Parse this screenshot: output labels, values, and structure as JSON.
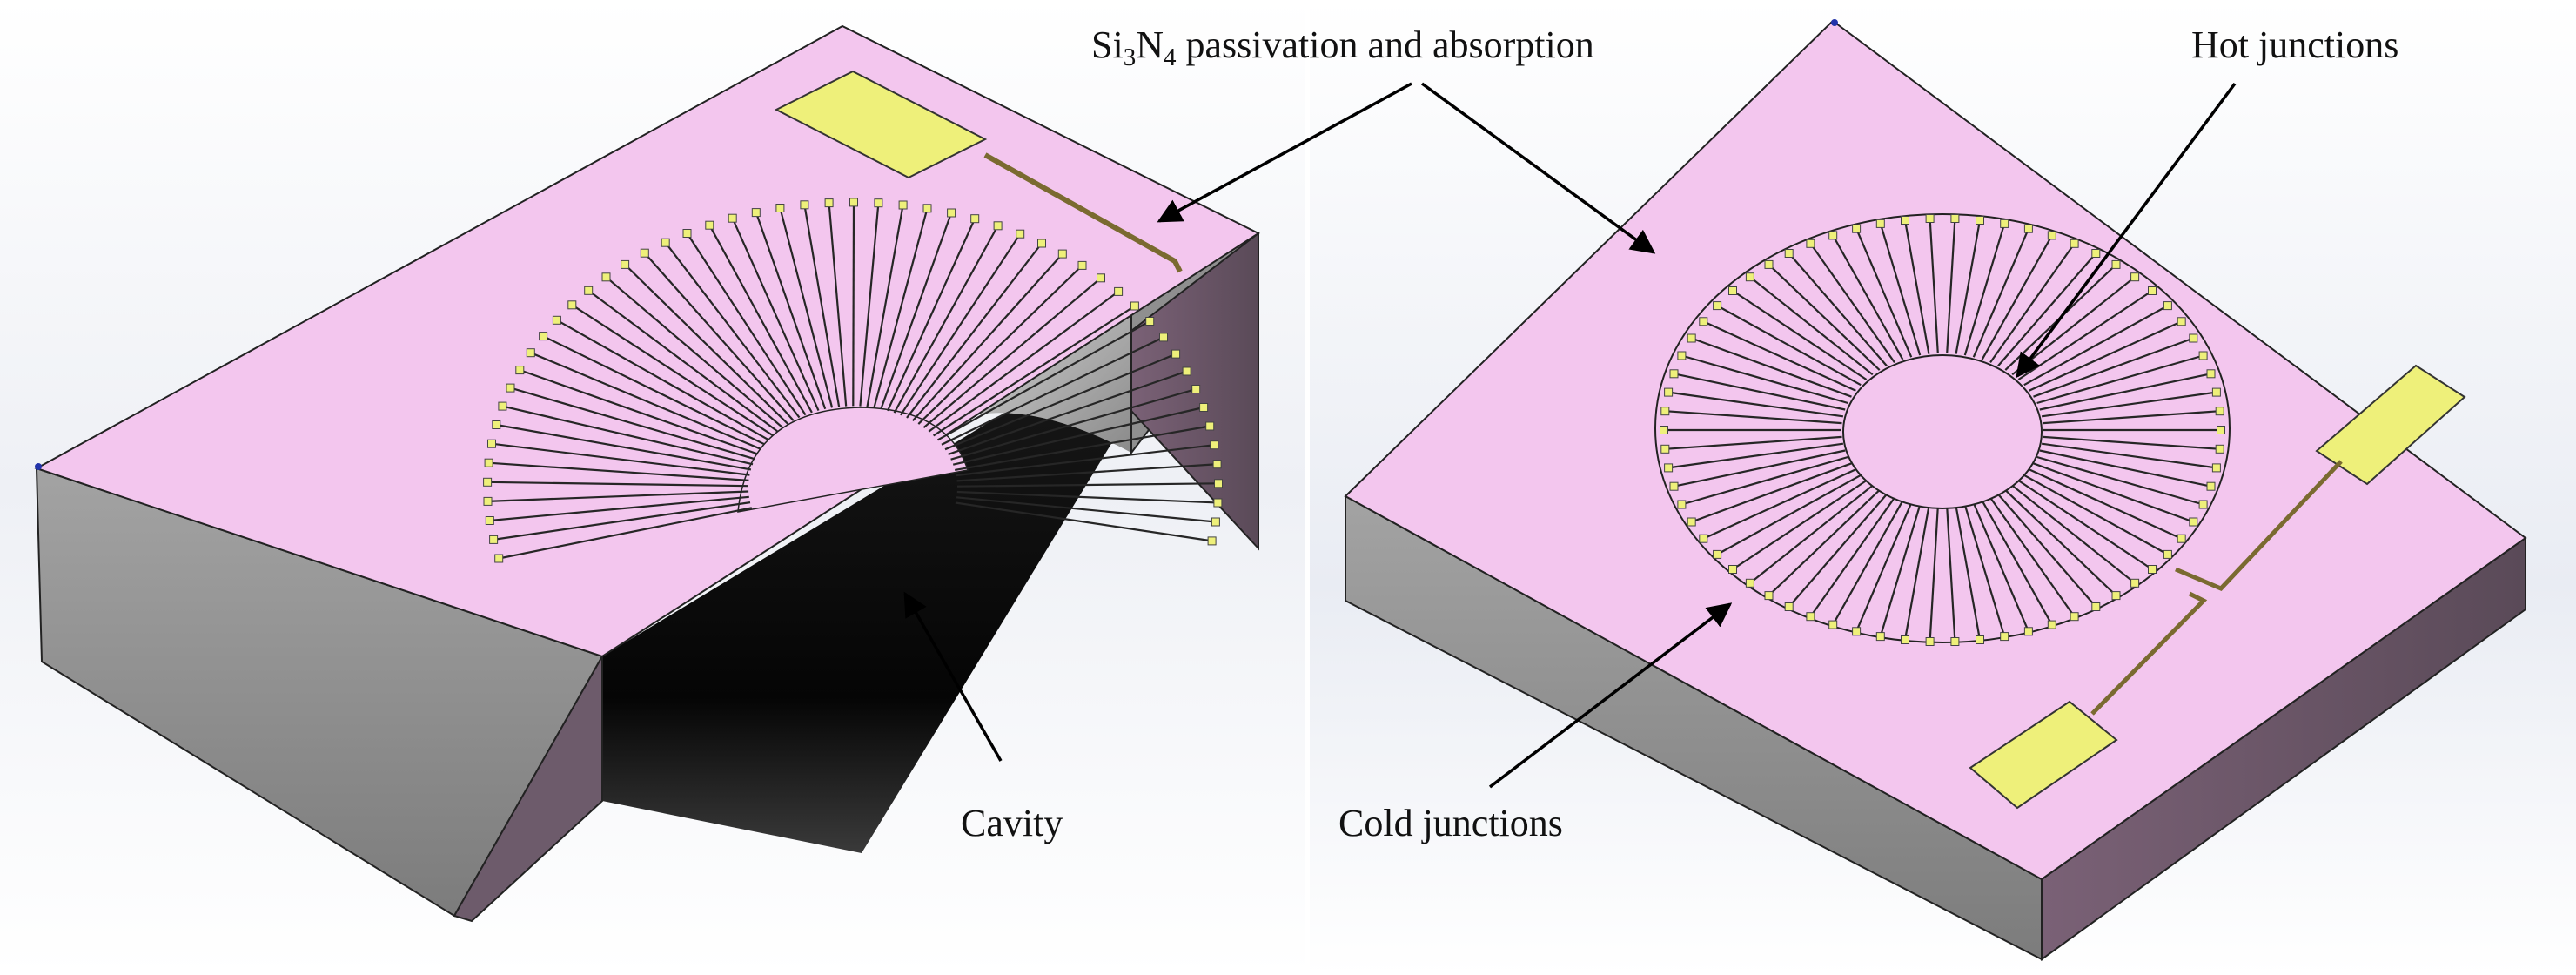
{
  "labels": {
    "passivation": {
      "si": "Si",
      "sub3": "3",
      "n": "N",
      "sub4": "4",
      "rest": " passivation and absorption"
    },
    "hot_junctions": "Hot junctions",
    "cavity": "Cavity",
    "cold_junctions": "Cold  junctions"
  },
  "colors": {
    "membrane": "#f3c6ee",
    "substrate_front": "#9a9a9a",
    "substrate_side": "#6a5568",
    "pad": "#eef07a",
    "thermocouple": "#262626",
    "cavity_shadow": "#0c0c0c"
  },
  "structures": {
    "left_thermocouple_count": 54,
    "right_thermocouple_count": 70
  }
}
